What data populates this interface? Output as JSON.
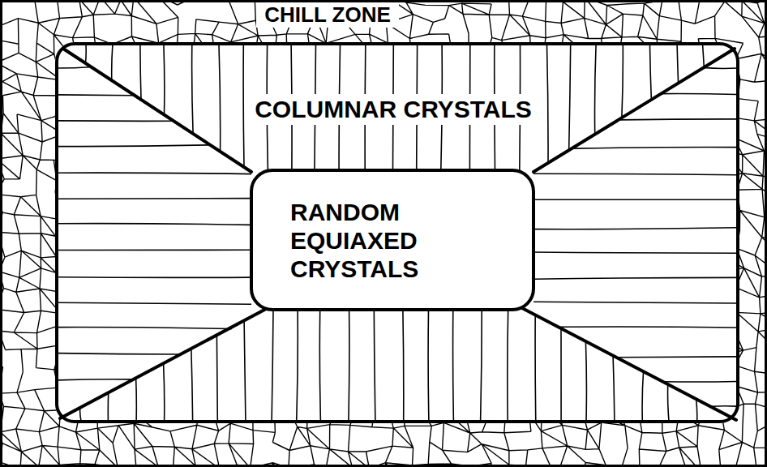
{
  "diagram": {
    "nodes": [
      {
        "text": [
          "CHILL ZONE"
        ]
      },
      {
        "text": [
          "COLUMNAR CRYSTALS"
        ],
        "in": 0
      },
      {
        "text": [
          "RANDOM EQUIAXED CRYSTALS"
        ],
        "in": 1
      }
    ]
  }
}
